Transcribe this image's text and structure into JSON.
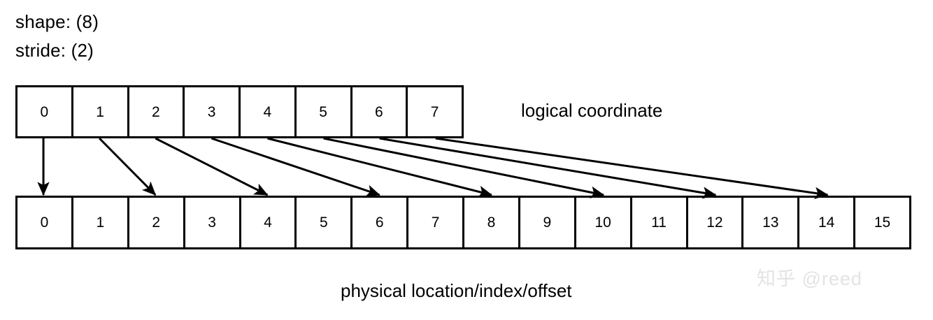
{
  "meta": {
    "shape_text": "shape: (8)",
    "stride_text": "stride: (2)"
  },
  "logical_row": {
    "label": "logical coordinate",
    "cells": [
      "0",
      "1",
      "2",
      "3",
      "4",
      "5",
      "6",
      "7"
    ]
  },
  "physical_row": {
    "label": "physical location/index/offset",
    "cells": [
      "0",
      "1",
      "2",
      "3",
      "4",
      "5",
      "6",
      "7",
      "8",
      "9",
      "10",
      "11",
      "12",
      "13",
      "14",
      "15"
    ]
  },
  "mapping": {
    "description": "logical index i maps to physical offset i*2",
    "stride": 2,
    "pairs": [
      {
        "logical": 0,
        "physical": 0
      },
      {
        "logical": 1,
        "physical": 2
      },
      {
        "logical": 2,
        "physical": 4
      },
      {
        "logical": 3,
        "physical": 6
      },
      {
        "logical": 4,
        "physical": 8
      },
      {
        "logical": 5,
        "physical": 10
      },
      {
        "logical": 6,
        "physical": 12
      },
      {
        "logical": 7,
        "physical": 14
      }
    ]
  },
  "watermark": {
    "text": "知乎 @reed"
  },
  "colors": {
    "ink": "#000000",
    "background": "#ffffff",
    "watermark": "#e3e3e3"
  }
}
